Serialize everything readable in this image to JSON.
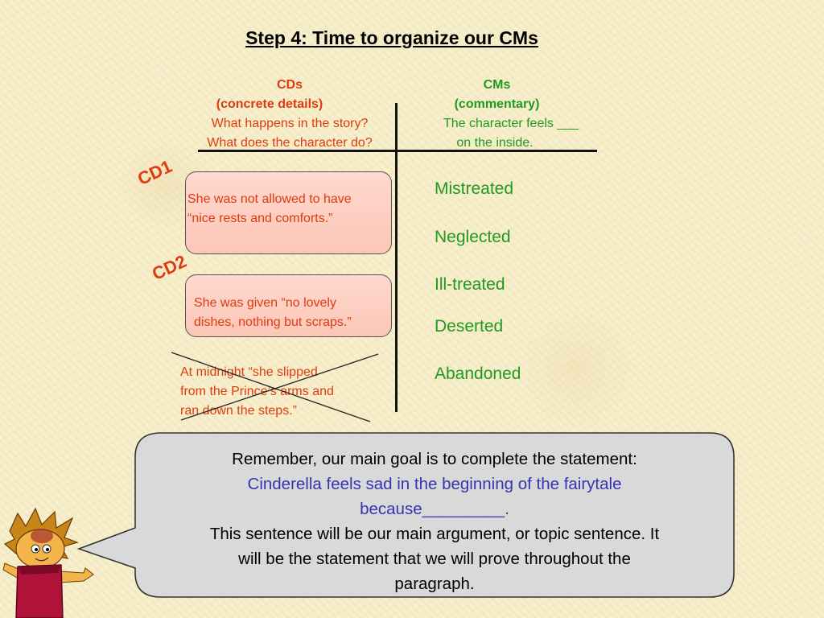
{
  "title": "Step 4: Time to organize our CMs",
  "cds_header": {
    "line1": "CDs",
    "line2": "(concrete details)",
    "line3": "What happens in the story?",
    "line4": "What does the character do?"
  },
  "cms_header": {
    "line1": "CMs",
    "line2": "(commentary)",
    "line3": "The character feels ___",
    "line4": "on the inside."
  },
  "cd1": {
    "label": "CD1",
    "line1": "She was not allowed to have",
    "line2": "“nice rests and comforts.”"
  },
  "cd2": {
    "label": "CD2",
    "line1": "She was given “no lovely",
    "line2": "dishes, nothing but scraps.”"
  },
  "crossed_detail": {
    "line1": "At midnight “she slipped",
    "line2": "from the Prince’s arms and",
    "line3": "ran down the steps.”"
  },
  "cms": [
    "Mistreated",
    "Neglected",
    "Ill-treated",
    "Deserted",
    "Abandoned"
  ],
  "callout": {
    "line1": "Remember, our main goal is to complete the statement:",
    "blue1": "Cinderella feels sad in the beginning of the fairytale",
    "blue2": "because_________.",
    "line2": "This sentence will be our main argument, or topic sentence. It",
    "line3": "will be the statement that we will prove throughout the",
    "line4": "paragraph."
  },
  "colors": {
    "detail_red": "#e03a10",
    "commentary_green": "#1f9a1f",
    "statement_blue": "#3535b0",
    "box_fill": "#fbc6b6",
    "callout_fill": "#d9d9d9"
  },
  "icons": [
    "cartoon-character-icon"
  ]
}
